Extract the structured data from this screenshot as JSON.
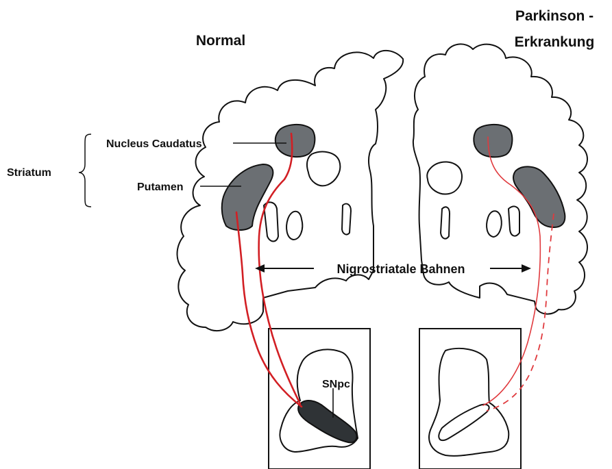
{
  "labels": {
    "normal": "Normal",
    "parkinson_line1": "Parkinson -",
    "parkinson_line2": "Erkrankung",
    "nucleus_caudatus": "Nucleus Caudatus",
    "striatum": "Striatum",
    "putamen": "Putamen",
    "pathways": "Nigrostriatale Bahnen",
    "snpc": "SNpc"
  },
  "colors": {
    "pathway": "#d21f24",
    "striatum_fill": "#6b6f73",
    "snpc_fill": "#2f3336"
  }
}
